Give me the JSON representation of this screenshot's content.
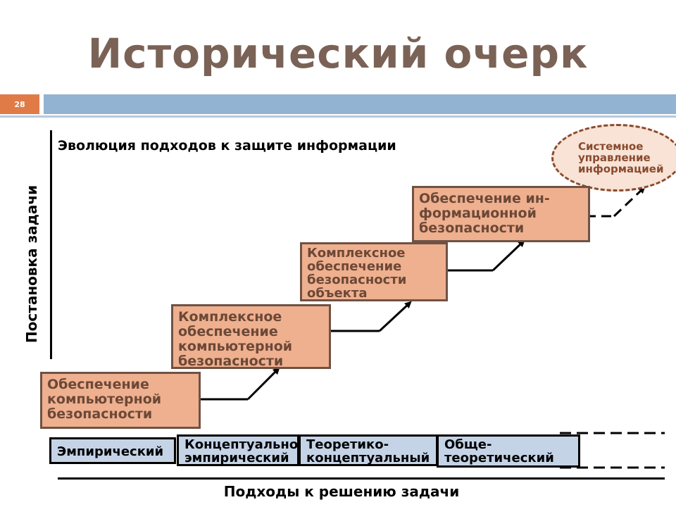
{
  "slide": {
    "title": "Исторический очерк",
    "number": "28"
  },
  "diagram": {
    "subtitle": "Эволюция подходов к защите информации",
    "y_axis_label": "Постановка задачи",
    "x_axis_label": "Подходы к решению задачи",
    "steps": [
      {
        "lines": [
          "Обеспечение",
          "компьютерной",
          "безопасности"
        ]
      },
      {
        "lines": [
          "Комплексное",
          "обеспечение",
          "компьютерной",
          "безопасности"
        ]
      },
      {
        "lines": [
          "Комплексное",
          "обеспечение",
          "безопасности",
          "объекта"
        ]
      },
      {
        "lines": [
          "Обеспечение ин-",
          "формационной",
          "безопасности"
        ]
      }
    ],
    "future_step": {
      "lines": [
        "Системное",
        "управление",
        "информацией"
      ]
    },
    "approaches": [
      {
        "lines": [
          "Эмпирический"
        ]
      },
      {
        "lines": [
          "Концептуально-",
          "эмпирический"
        ]
      },
      {
        "lines": [
          "Теоретико-",
          "концептуальный"
        ]
      },
      {
        "lines": [
          "Обще-",
          "теоретический"
        ]
      }
    ]
  },
  "colors": {
    "title": "#7a6256",
    "accent_orange": "#e07b48",
    "bar_blue": "#92b3d2",
    "step_fill": "#efb08f",
    "step_text": "#6b4837",
    "approach_fill": "#c5d3e6",
    "future_border": "#8a4a2e"
  }
}
